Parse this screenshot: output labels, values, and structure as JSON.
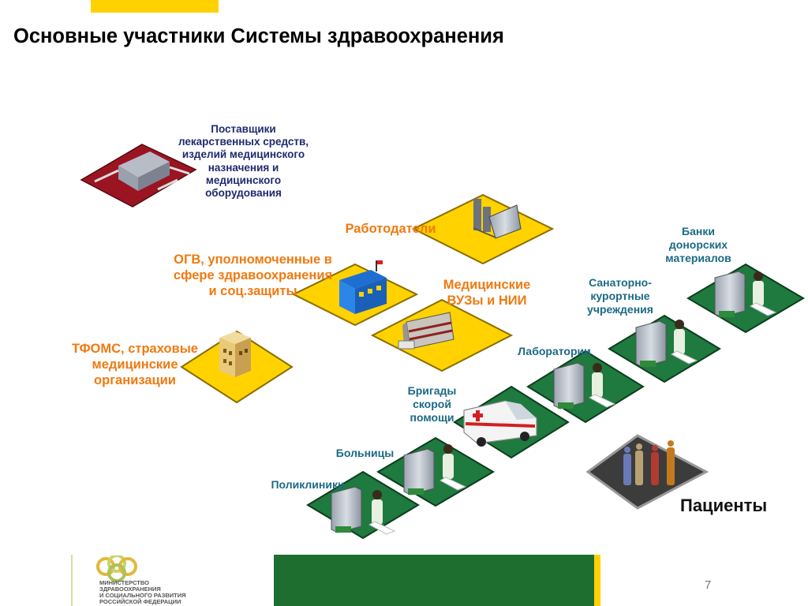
{
  "title": "Основные участники Системы здравоохранения",
  "colors": {
    "accent_yellow": "#ffd100",
    "platform_yellow": "#ffd200",
    "platform_green": "#1e7a3e",
    "platform_dark": "#3c3c3c",
    "text_navy": "#1f2a6e",
    "text_orange": "#f07a10",
    "text_teal": "#1b6a85",
    "footer_green": "#1d6e2f"
  },
  "labels": {
    "suppliers": "Поставщики\nлекарственных средств,\nизделий медицинского\nназначения и\nмедицинского\nоборудования",
    "employers": "Работодатели",
    "ogv": "ОГВ, уполномоченные в\nсфере здравоохранения\nи соц.защиты",
    "universities": "Медицинские\nВУЗы и НИИ",
    "tfoms": "ТФОМС, страховые\nмедицинские\nорганизации",
    "donor_banks": "Банки\nдонорских\nматериалов",
    "sanatoriums": "Санаторно-\nкурортные\nучреждения",
    "laboratories": "Лаборатории",
    "ambulance": "Бригады\nскорой\nпомощи",
    "hospitals": "Больницы",
    "polyclinics": "Поликлиники",
    "patients": "Пациенты"
  },
  "icons": {
    "suppliers": "factory-circuit-icon",
    "employers": "factory-icon",
    "ogv": "government-building-icon",
    "universities": "university-icon",
    "tfoms": "office-building-icon",
    "donor_banks": "clinic-building-icon",
    "sanatoriums": "clinic-building-icon",
    "laboratories": "clinic-building-icon",
    "ambulance": "ambulance-icon",
    "hospitals": "clinic-building-icon",
    "polyclinics": "clinic-building-icon",
    "patients": "people-group-icon"
  },
  "footer": {
    "logo_text": "Министерство\nздравоохранения\nи социального развития\nРоссийской Федерации",
    "page_number": "7"
  }
}
